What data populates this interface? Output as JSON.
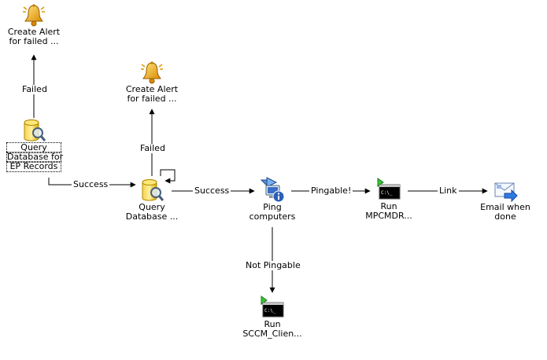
{
  "nodes": {
    "alert1": {
      "label_line1": "Create Alert",
      "label_line2": "for failed ...",
      "icon": "bell-icon"
    },
    "alert2": {
      "label_line1": "Create Alert",
      "label_line2": "for failed ...",
      "icon": "bell-icon"
    },
    "query1": {
      "label_line1": "Query",
      "label_line2": "Database for",
      "label_line3": "EP Records",
      "icon": "database-query-icon"
    },
    "query2": {
      "label_line1": "Query",
      "label_line2": "Database ...",
      "icon": "database-query-icon"
    },
    "ping": {
      "label_line1": "Ping",
      "label_line2": "computers",
      "icon": "ping-computer-icon"
    },
    "run_mpcmdr": {
      "label_line1": "Run",
      "label_line2": "MPCMDR...",
      "icon": "command-prompt-icon"
    },
    "email": {
      "label_line1": "Email when",
      "label_line2": "done",
      "icon": "email-icon"
    },
    "run_sccm": {
      "label_line1": "Run",
      "label_line2": "SCCM_Clien...",
      "icon": "command-prompt-icon"
    }
  },
  "edges": {
    "query1_alert1": "Failed",
    "query1_query2": "Success",
    "query2_alert2": "Failed",
    "query2_ping": "Success",
    "ping_mpcmdr": "Pingable!",
    "mpcmdr_email": "Link",
    "ping_sccm": "Not Pingable"
  }
}
